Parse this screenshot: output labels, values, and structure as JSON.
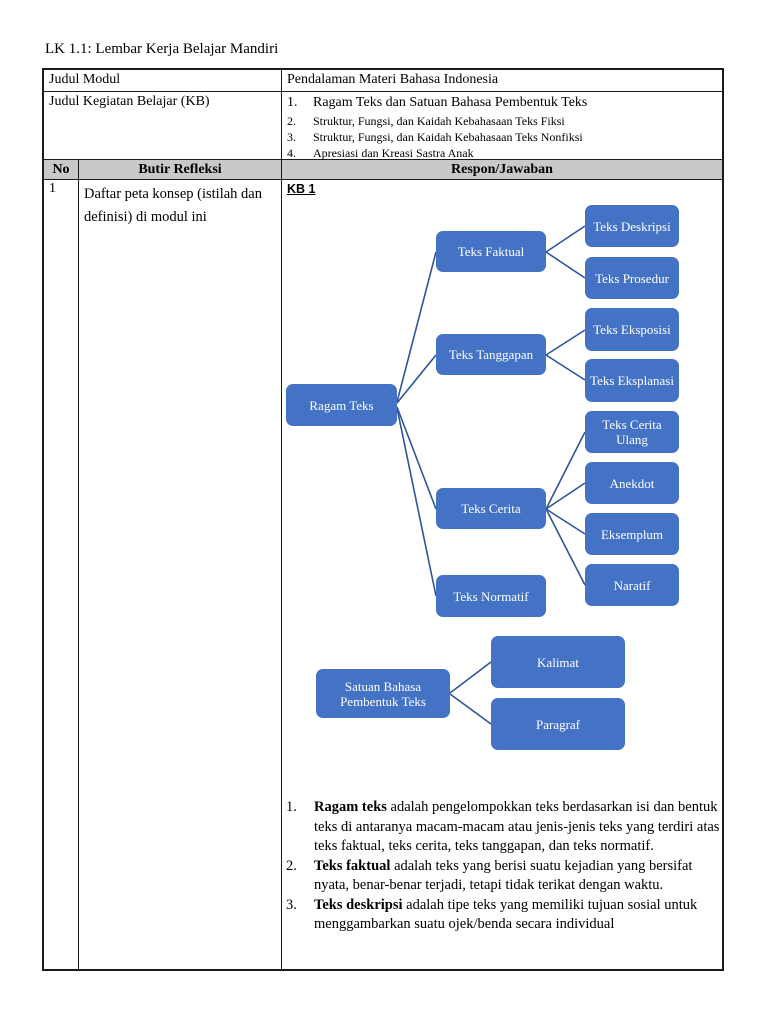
{
  "page": {
    "title": "LK 1.1: Lembar Kerja Belajar Mandiri"
  },
  "table": {
    "judul_modul": {
      "label": "Judul Modul",
      "value": "Pendalaman Materi Bahasa Indonesia"
    },
    "judul_kb": {
      "label": "Judul Kegiatan Belajar (KB)",
      "items": [
        {
          "num": "1.",
          "text": "Ragam Teks dan Satuan Bahasa Pembentuk Teks"
        },
        {
          "num": "2.",
          "text": "Struktur, Fungsi, dan Kaidah Kebahasaan Teks Fiksi"
        },
        {
          "num": "3.",
          "text": "Struktur, Fungsi, dan Kaidah Kebahasaan Teks Nonfiksi"
        },
        {
          "num": "4.",
          "text": "Apresiasi dan Kreasi Sastra Anak"
        }
      ]
    },
    "header": {
      "no": "No",
      "butir": "Butir Refleksi",
      "respon": "Respon/Jawaban"
    },
    "content_row": {
      "no": "1",
      "butir": "Daftar peta konsep (istilah dan definisi) di modul ini",
      "kb_label": "KB 1"
    }
  },
  "diagram": {
    "colors": {
      "node_fill": "#4472C4",
      "node_text": "#FFFFFF",
      "connector": "#2E5597"
    },
    "nodes": {
      "ragam_teks": "Ragam Teks",
      "teks_faktual": "Teks Faktual",
      "teks_tanggapan": "Teks Tanggapan",
      "teks_cerita": "Teks Cerita",
      "teks_normatif": "Teks Normatif",
      "teks_deskripsi": "Teks Deskripsi",
      "teks_prosedur": "Teks Prosedur",
      "teks_eksposisi": "Teks Eksposisi",
      "teks_eksplanasi": "Teks Eksplanasi",
      "teks_cerita_ulang": "Teks Cerita Ulang",
      "anekdot": "Anekdot",
      "eksemplum": "Eksemplum",
      "naratif": "Naratif",
      "satuan_bahasa": "Satuan Bahasa Pembentuk Teks",
      "kalimat": "Kalimat",
      "paragraf": "Paragraf"
    }
  },
  "definitions": [
    {
      "num": "1.",
      "term": "Ragam teks",
      "text": " adalah pengelompokkan teks berdasarkan isi dan bentuk teks di antaranya macam-macam atau jenis-jenis teks yang terdiri atas teks faktual, teks cerita, teks tanggapan, dan teks normatif."
    },
    {
      "num": "2.",
      "term": "Teks faktual",
      "text": " adalah teks yang berisi suatu kejadian yang bersifat nyata, benar-benar terjadi, tetapi tidak terikat dengan waktu."
    },
    {
      "num": "3.",
      "term": "Teks deskripsi",
      "text": " adalah tipe teks yang memiliki tujuan sosial untuk menggambarkan suatu ojek/benda secara individual"
    }
  ]
}
